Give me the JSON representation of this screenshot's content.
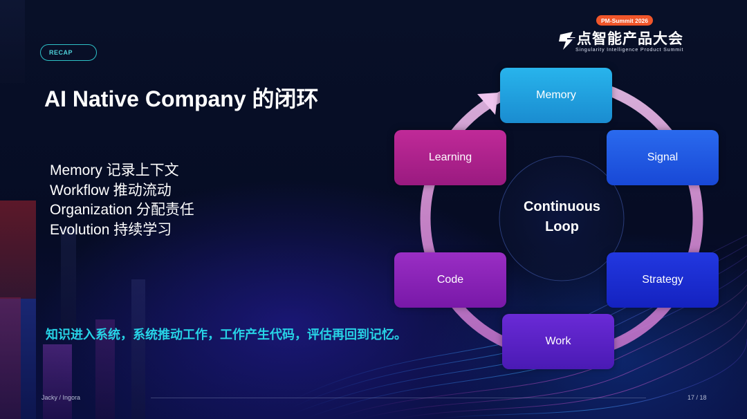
{
  "header": {
    "recap_tag": "RECAP",
    "title": "AI Native Company 的闭环"
  },
  "bullets": [
    "Memory 记录上下文",
    "Workflow 推动流动",
    "Organization 分配责任",
    "Evolution 持续学习"
  ],
  "summary": "知识进入系统，系统推动工作，工作产生代码，评估再回到记忆。",
  "logo": {
    "badge": "PM-Summit 2026",
    "name_cn": "点智能产品大会",
    "name_en": "Singularity Intelligence Product Summit"
  },
  "loop": {
    "center_label_line1": "Continuous",
    "center_label_line2": "Loop",
    "nodes": [
      "Memory",
      "Signal",
      "Strategy",
      "Work",
      "Code",
      "Learning"
    ]
  },
  "footer": {
    "author": "Jacky / Ingora",
    "page": "17 / 18"
  },
  "colors": {
    "accent_cyan": "#27d3e6",
    "memory": "#1aa0dc",
    "signal": "#1a55e0",
    "strategy": "#1a2fd6",
    "work": "#5a22c4",
    "code": "#8a22b8",
    "learning": "#b0208e",
    "ring": "#e3a6dc",
    "badge": "#f0562a"
  }
}
